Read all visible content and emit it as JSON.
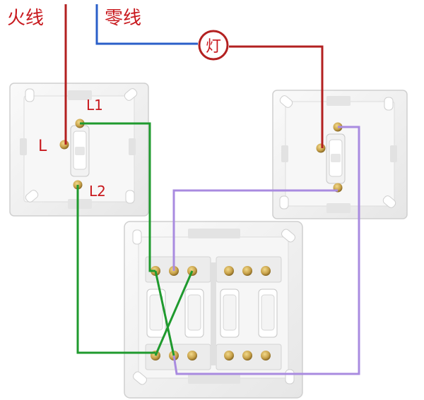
{
  "labels": {
    "live": "火线",
    "neutral": "零线",
    "lamp": "灯",
    "terminal_l": "L",
    "terminal_l1": "L1",
    "terminal_l2": "L2"
  },
  "colors": {
    "live_wire": "#b32020",
    "neutral_wire": "#2a5fc9",
    "traveler_green": "#1f9a2e",
    "traveler_purple": "#a98be0",
    "label_red": "#c8191e",
    "plate": "#f3f3f3",
    "brass": "#c8a24a"
  },
  "components": [
    "single-gang-two-way-switch-left",
    "single-gang-two-way-switch-right",
    "double-gang-intermediate-switch-bottom",
    "lamp"
  ]
}
